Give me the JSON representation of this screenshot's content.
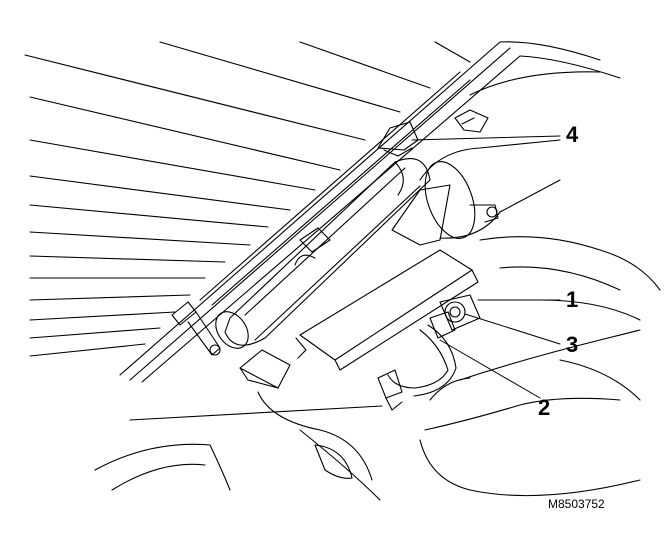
{
  "diagram": {
    "reference_code": "M8503752",
    "callouts": [
      {
        "label": "1"
      },
      {
        "label": "2"
      },
      {
        "label": "3"
      },
      {
        "label": "4"
      }
    ]
  },
  "colors": {
    "line": "#000000",
    "background": "#ffffff"
  }
}
